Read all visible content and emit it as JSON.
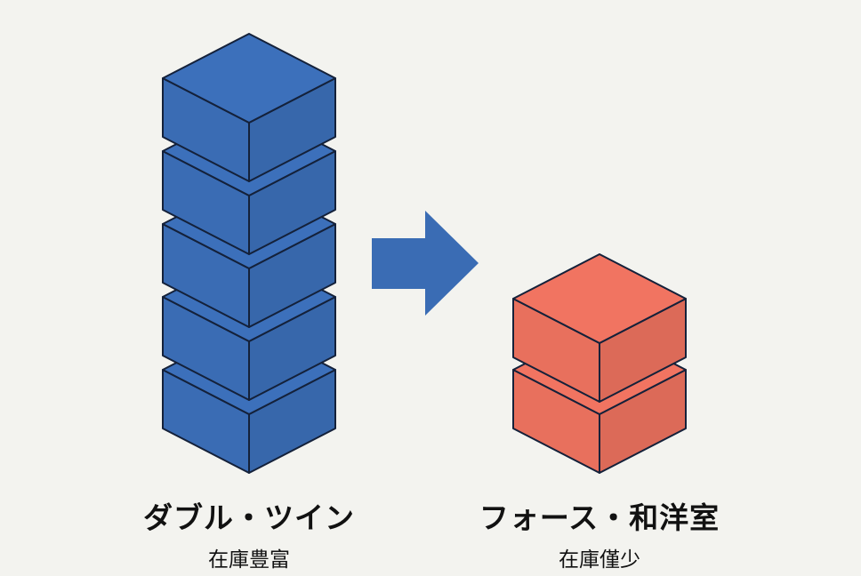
{
  "left": {
    "title": "ダブル・ツイン",
    "subtitle": "在庫豊富",
    "cube_count": 5,
    "color": "#3a6cb4"
  },
  "right": {
    "title": "フォース・和洋室",
    "subtitle": "在庫僅少",
    "cube_count": 2,
    "color": "#e8705d"
  },
  "arrow": {
    "icon": "arrow-right-icon",
    "color": "#3a6cb4"
  },
  "stroke_color": "#14213a",
  "background": "#f3f3ef"
}
